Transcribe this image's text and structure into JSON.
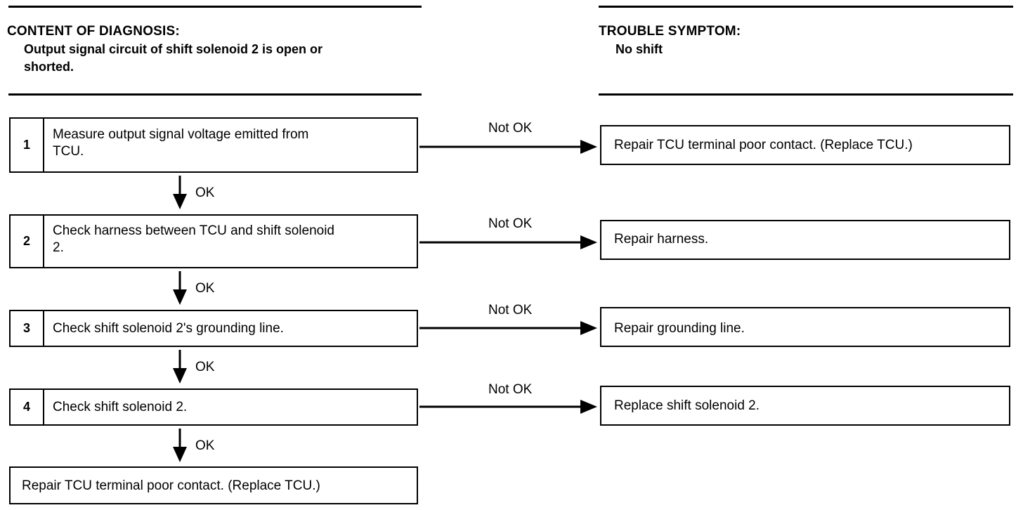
{
  "header": {
    "content_title": "CONTENT OF DIAGNOSIS:",
    "content_text_line1": "Output signal circuit of shift solenoid 2 is open or",
    "content_text_line2": "shorted.",
    "symptom_title": "TROUBLE SYMPTOM:",
    "symptom_text": "No shift"
  },
  "steps": [
    {
      "number": "1",
      "line1": "Measure output signal voltage emitted from",
      "line2": "TCU."
    },
    {
      "number": "2",
      "line1": "Check harness between TCU and shift solenoid",
      "line2": "2."
    },
    {
      "number": "3",
      "line1": "Check shift solenoid 2's grounding line.",
      "line2": ""
    },
    {
      "number": "4",
      "line1": "Check shift solenoid 2.",
      "line2": ""
    }
  ],
  "results": [
    "Repair TCU terminal poor contact. (Replace TCU.)",
    "Repair harness.",
    "Repair grounding line.",
    "Replace shift solenoid 2."
  ],
  "final_result": "Repair TCU terminal poor contact. (Replace TCU.)",
  "labels": {
    "not_ok": "Not OK",
    "ok": "OK"
  }
}
